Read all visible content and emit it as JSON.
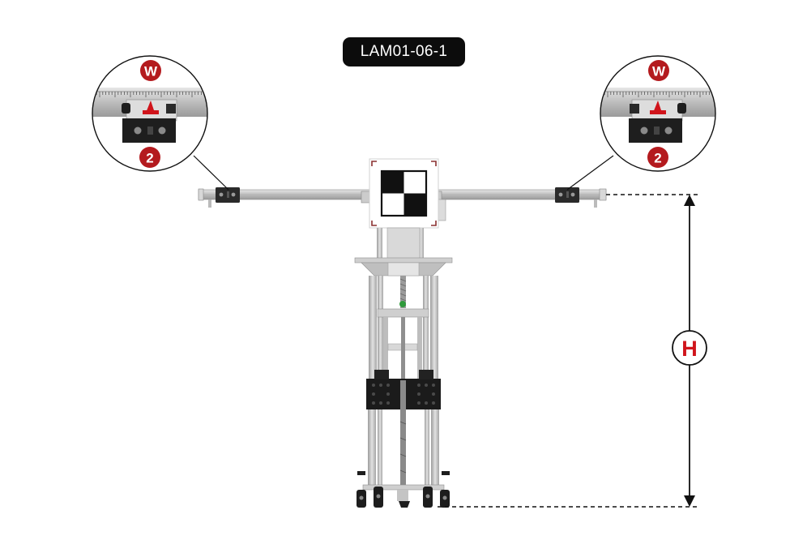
{
  "model_code": "LAM01-06-1",
  "callouts": {
    "left": {
      "top_marker": "W",
      "bottom_marker": "2"
    },
    "right": {
      "top_marker": "W",
      "bottom_marker": "2"
    }
  },
  "dimension": {
    "label": "H"
  },
  "colors": {
    "accent_red": "#c0171c",
    "marker_red": "#b41a1e",
    "badge_bg": "#0c0c0c",
    "frame_silver": "#c9c9c9",
    "plate_black": "#1b1b1b"
  },
  "icons": [
    "target-board-checker",
    "adjustment-slider",
    "height-arrow"
  ]
}
